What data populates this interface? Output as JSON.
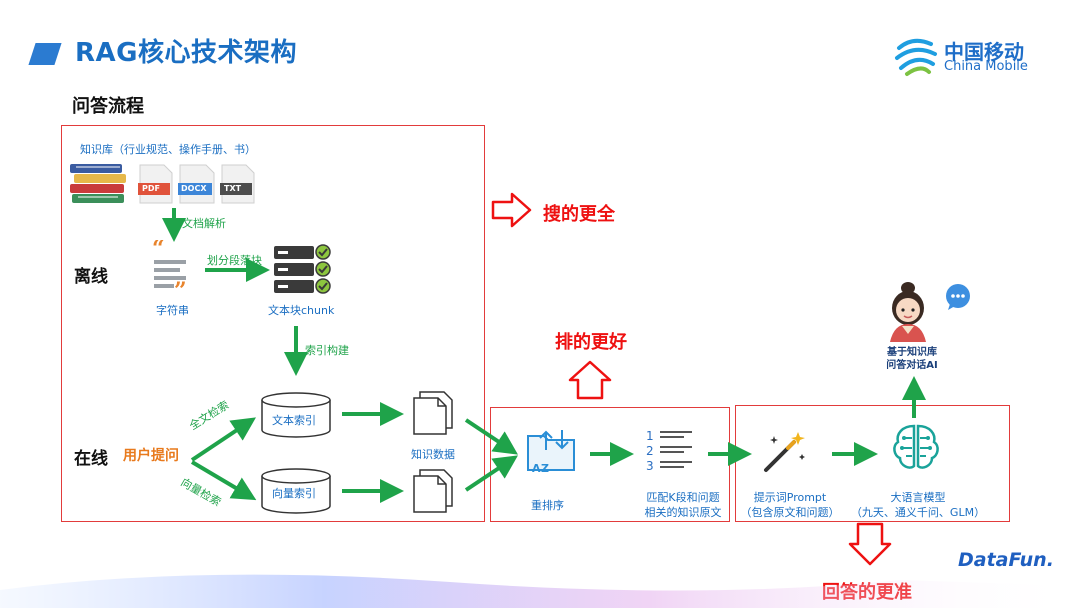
{
  "header": {
    "title": "RAG核心技术架构",
    "section": "问答流程"
  },
  "brand": {
    "name_cn": "中国移动",
    "name_en": "China Mobile",
    "event_logo": "DataFun."
  },
  "offline": {
    "stage_label": "离线",
    "knowledge_base": "知识库（行业规范、操作手册、书）",
    "file_types": [
      "PDF",
      "DOCX",
      "TXT"
    ],
    "parse_step": "文档解析",
    "string_label": "字符串",
    "split_step": "划分段落块",
    "chunk_label": "文本块chunk",
    "index_step": "索引构建"
  },
  "online": {
    "stage_label": "在线",
    "user_question": "用户提问",
    "fulltext_search": "全文检索",
    "vector_search": "向量检索",
    "text_index": "文本索引",
    "vector_index": "向量索引",
    "knowledge_data": "知识数据"
  },
  "rerank": {
    "label": "重排序",
    "match_line1": "匹配K段和问题",
    "match_line2": "相关的知识原文"
  },
  "generate": {
    "prompt_line1": "提示词Prompt",
    "prompt_line2": "（包含原文和问题）",
    "llm_line1": "大语言模型",
    "llm_line2": "（九天、通义千问、GLM）",
    "ai_line1": "基于知识库",
    "ai_line2": "问答对话AI"
  },
  "goals": {
    "search": "搜的更全",
    "rank": "排的更好",
    "answer": "回答的更准"
  },
  "colors": {
    "accent_blue": "#1a6ec2",
    "flow_green": "#1fa34a",
    "frame_red": "#e23b3b",
    "user_orange": "#e87a1d"
  }
}
